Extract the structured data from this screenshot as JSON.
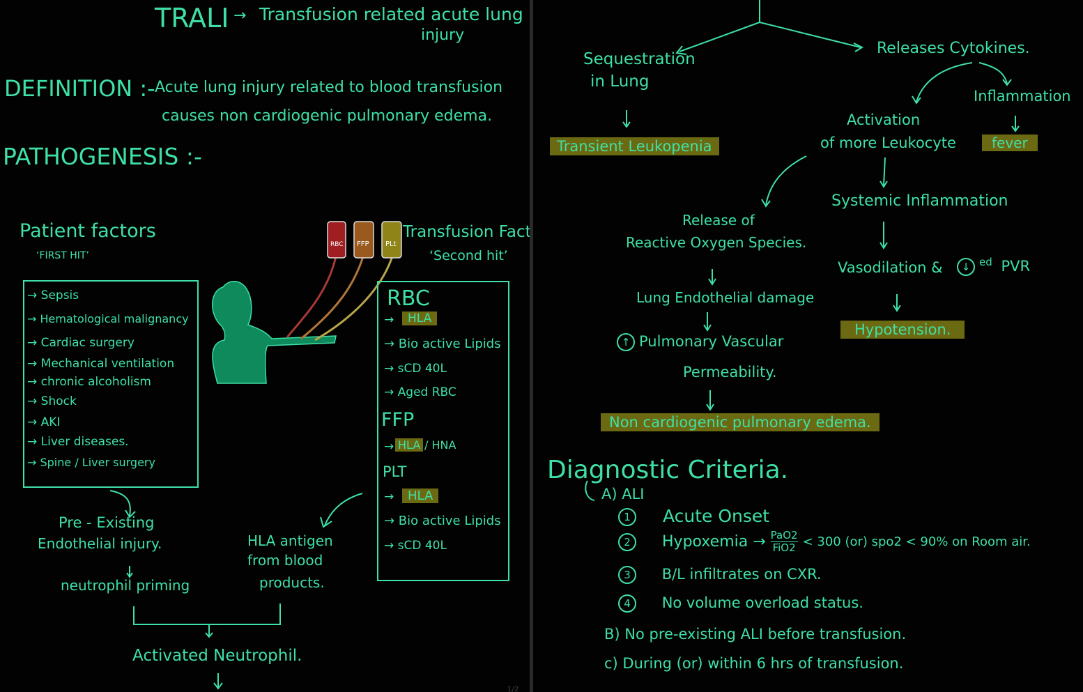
{
  "left": {
    "title_main": "TRALI",
    "title_arrow": "→",
    "title_rest_line1": "Transfusion related acute lung",
    "title_rest_line2": "injury",
    "definition_heading": "DEFINITION :-",
    "definition_line1": "Acute lung injury related to blood transfusion",
    "definition_line2": "causes non cardiogenic pulmonary edema.",
    "pathogenesis_heading": "PATHOGENESIS :-",
    "patient_factors_title": "Patient factors",
    "patient_factors_sub": "‘FIRST HIT’",
    "patient_factors": [
      "→ Sepsis",
      "→ Hematological malignancy",
      "→ Cardiac surgery",
      "→ Mechanical ventilation",
      "→ chronic alcoholism",
      "→ Shock",
      "→ AKI",
      "→ Liver diseases.",
      "→ Spine / Liver surgery"
    ],
    "bags": [
      "RBC",
      "FFP",
      "PLt"
    ],
    "bag_colors": [
      "#9e1e22",
      "#9a5a1e",
      "#8f8418"
    ],
    "transfusion_factors_title": "Transfusion Factors",
    "transfusion_factors_sub": "‘Second hit’",
    "tf_rbc_heading": "RBC",
    "tf_rbc_hla": "HLA",
    "tf_rbc_items": [
      "→ Bio active Lipids",
      "→ sCD 40L",
      "→ Aged RBC"
    ],
    "tf_ffp_heading": "FFP",
    "tf_ffp_hla": "HLA",
    "tf_ffp_hna": "/ HNA",
    "tf_plt_heading": "PLT",
    "tf_plt_hla": "HLA",
    "tf_plt_items": [
      "→ Bio active Lipids",
      "→ sCD 40L"
    ],
    "tf_arrow": "→",
    "pre_existing_line1": "Pre - Existing",
    "pre_existing_line2": "Endothelial injury.",
    "neutrophil_priming": "neutrophil priming",
    "hla_antigen_line1": "HLA antigen",
    "hla_antigen_line2": "from blood",
    "hla_antigen_line3": "products.",
    "activated_neutrophil": "Activated Neutrophil.",
    "page_number": "1/2"
  },
  "right": {
    "sequestration_line1": "Sequestration",
    "sequestration_line2": "in Lung",
    "transient_leukopenia": "Transient Leukopenia",
    "releases_cytokines": "Releases Cytokines.",
    "inflammation": "Inflammation",
    "fever": "fever",
    "activation_line1": "Activation",
    "activation_line2": "of more Leukocyte",
    "systemic_inflammation": "Systemic Inflammation",
    "release_line1": "Release of",
    "release_line2": "Reactive Oxygen Species.",
    "vasodilation": "Vasodilation &",
    "pvr_circle": "↓",
    "pvr_sup": "ed",
    "pvr_text": "PVR",
    "lung_endothelial": "Lung Endothelial damage",
    "hypotension": "Hypotension.",
    "pulm_circle": "↑",
    "pulm_line1": "Pulmonary Vascular",
    "pulm_line2": "Permeability.",
    "non_cardiogenic": "Non cardiogenic pulmonary edema.",
    "diagnostic_heading": "Diagnostic Criteria.",
    "criteria_a": "A) ALI",
    "criteria_nums": [
      "1",
      "2",
      "3",
      "4"
    ],
    "criteria_1": "Acute Onset",
    "criteria_2_pre": "Hypoxemia →",
    "criteria_2_frac_top": "PaO2",
    "criteria_2_frac_bottom": "FiO2",
    "criteria_2_post": "< 300 (or) spo2 < 90% on Room air.",
    "criteria_3": "B/L infiltrates on CXR.",
    "criteria_4": "No volume overload status.",
    "criteria_b": "B) No pre-existing ALI before transfusion.",
    "criteria_c": "c) During (or) within 6 hrs of transfusion."
  },
  "colors": {
    "ink": "#3fe0a6",
    "highlight": "#6b6a12",
    "background": "#020202"
  }
}
